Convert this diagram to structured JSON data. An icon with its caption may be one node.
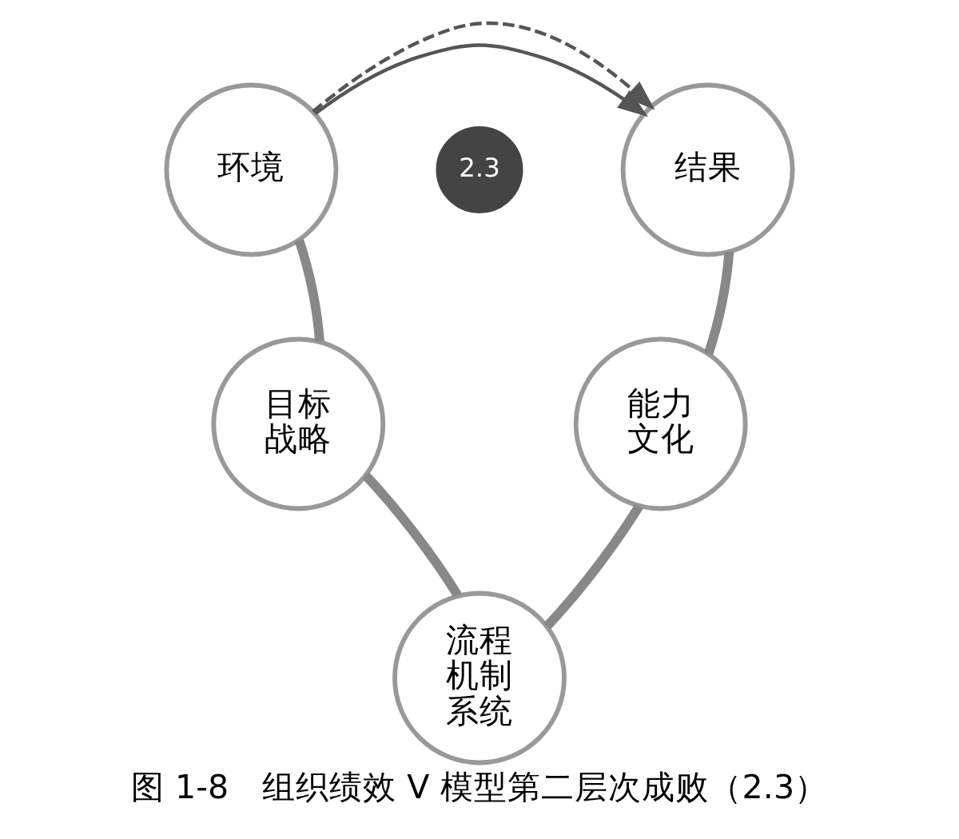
{
  "diagram": {
    "caption": "图 1-8　组织绩效 V 模型第二层次成败（2.3）",
    "nodes": [
      {
        "text": [
          "环境"
        ]
      },
      {
        "text": [
          "目标战略"
        ]
      },
      {
        "text": [
          "流程机制系统"
        ]
      },
      {
        "text": [
          "能力文化"
        ]
      },
      {
        "text": [
          "结果"
        ]
      },
      {
        "text": [
          "2.3"
        ]
      }
    ],
    "edges": [
      {
        "from": 0,
        "to": 1,
        "arrow": "none"
      },
      {
        "from": 1,
        "to": 2,
        "arrow": "none"
      },
      {
        "from": 2,
        "to": 3,
        "arrow": "none"
      },
      {
        "from": 3,
        "to": 4,
        "arrow": "none"
      },
      {
        "from": 0,
        "to": 4,
        "arrow": "to",
        "color": "#555555"
      },
      {
        "from": 0,
        "to": 4,
        "arrow": "to",
        "style": "dashed",
        "color": "#555555"
      }
    ]
  }
}
